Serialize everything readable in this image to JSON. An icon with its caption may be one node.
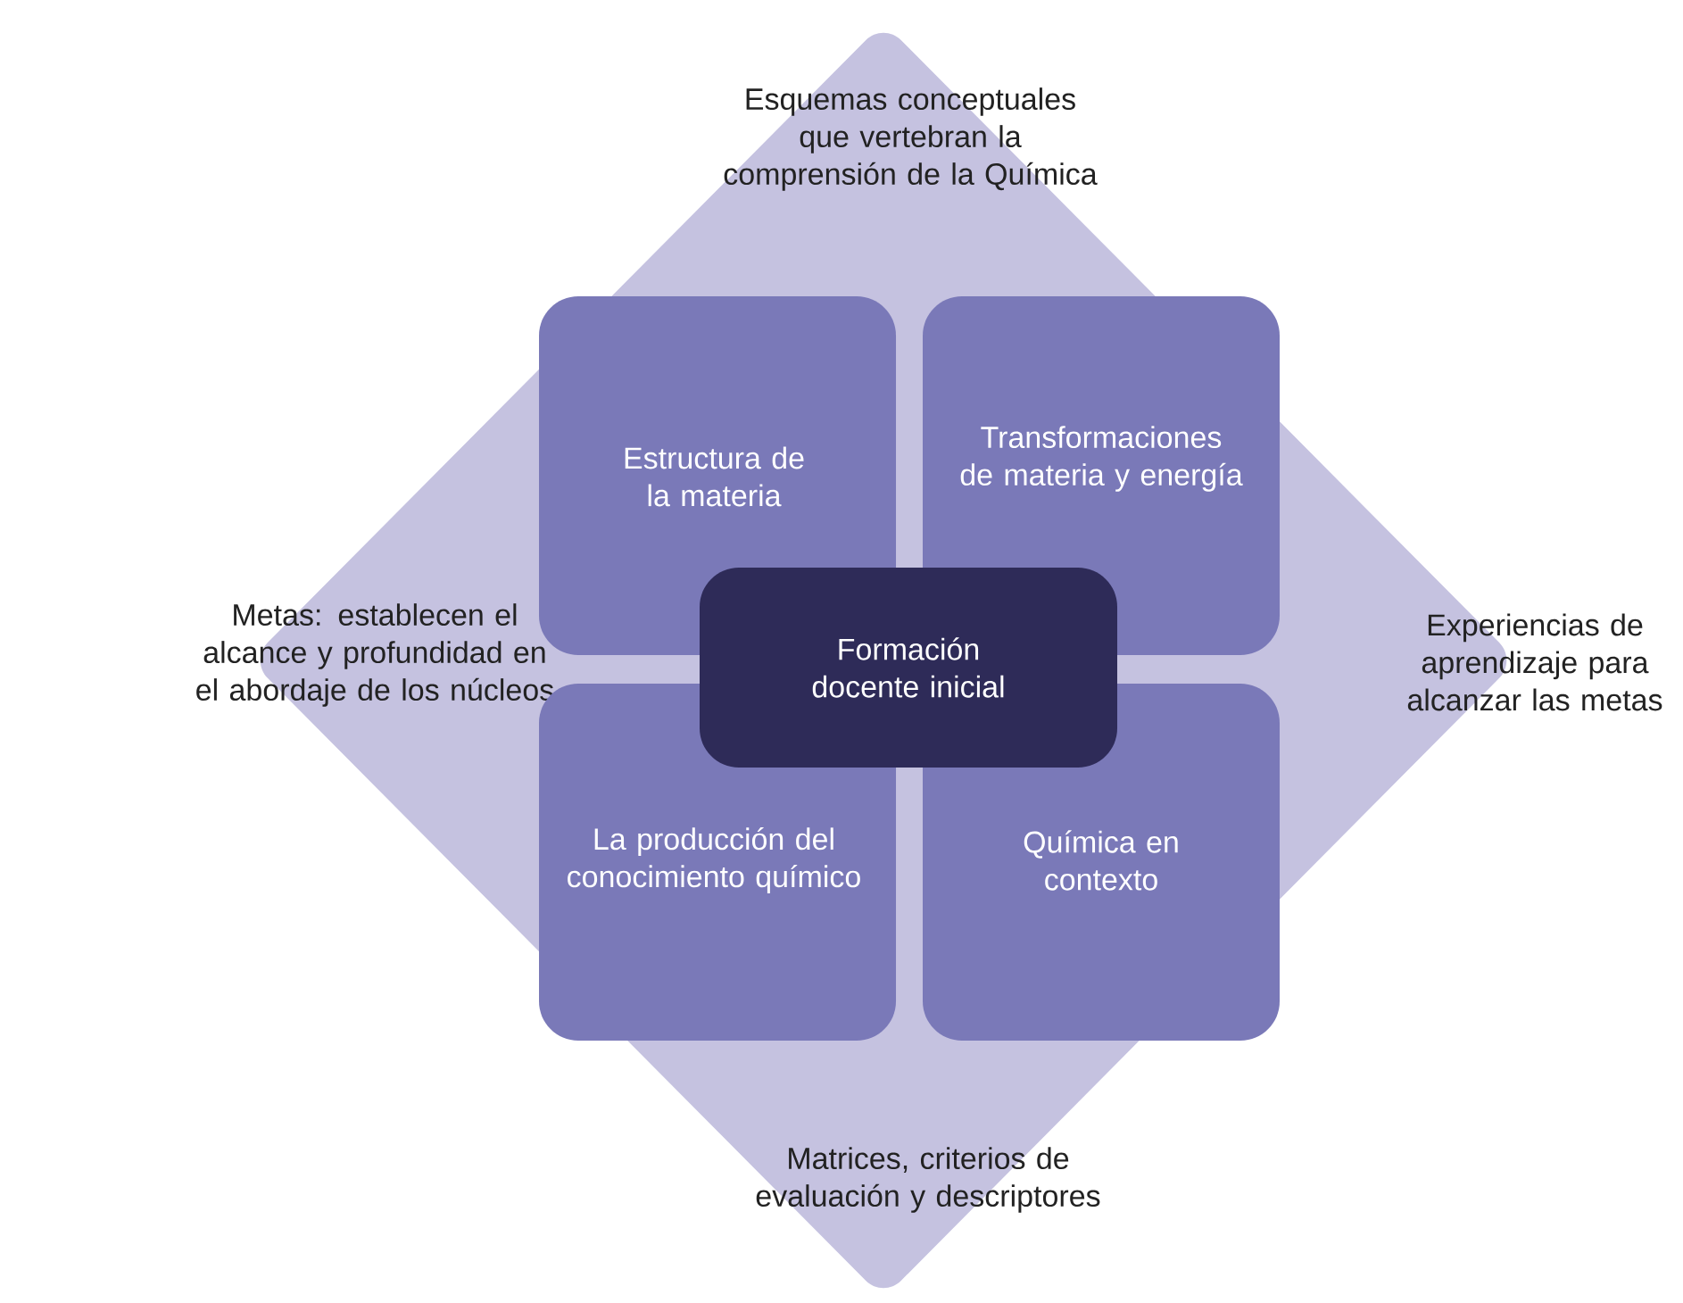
{
  "diagram": {
    "nodes": [
      {
        "text": [
          "Esquemas conceptuales que vertebran la comprensión de la Química",
          "Metas: establecen el alcance y profundidad en el abordaje de los núcleos",
          "Experiencias de aprendizaje para alcanzar las metas",
          "Matrices, criterios de evaluación y descriptores"
        ]
      },
      {
        "text": [
          "Estructura de la materia"
        ],
        "in": 0
      },
      {
        "text": [
          "Transformaciones de materia y energía"
        ],
        "in": 0
      },
      {
        "text": [
          "Formación docente inicial"
        ],
        "in": 0
      },
      {
        "text": [
          "La producción del conocimiento químico"
        ],
        "in": 0
      },
      {
        "text": [
          "Química en contexto"
        ],
        "in": 0
      }
    ]
  }
}
